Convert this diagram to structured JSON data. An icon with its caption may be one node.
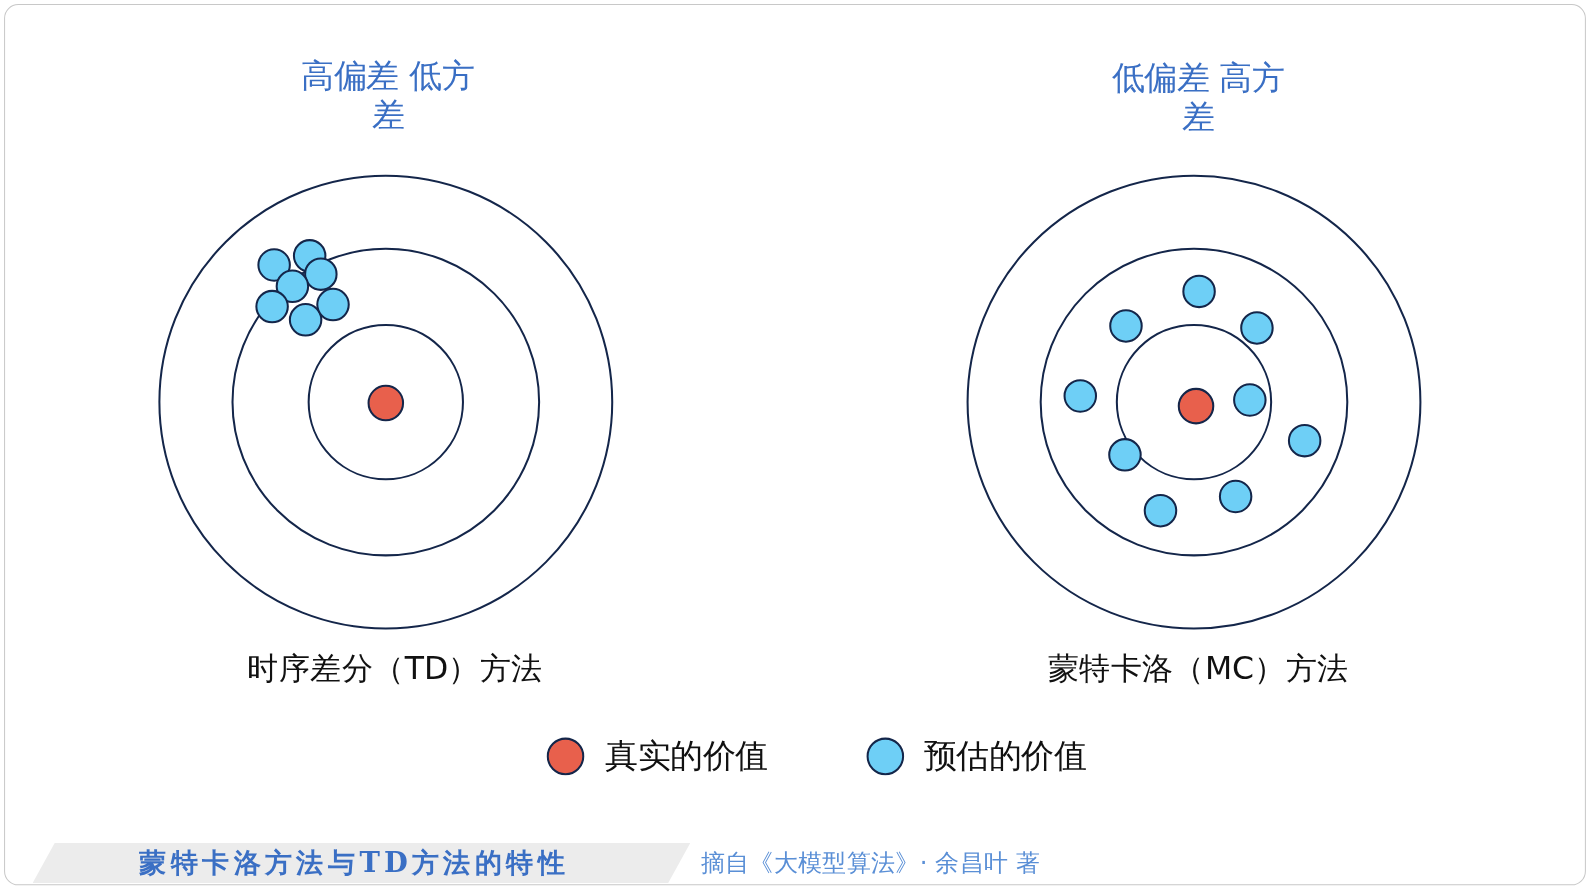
{
  "diagram": {
    "caption": "蒙特卡洛方法与TD方法的特性",
    "labels": [
      "高偏差 低方差",
      "低偏差 高方差",
      "时序差分（TD）方法",
      "蒙特卡洛（MC）方法",
      "摘自《大模型算法》· 余昌叶 著"
    ],
    "legend": [
      {
        "text": "真实的价值",
        "color": "#e8604c"
      },
      {
        "text": "预估的价值",
        "color": "#6ecff6"
      }
    ]
  }
}
